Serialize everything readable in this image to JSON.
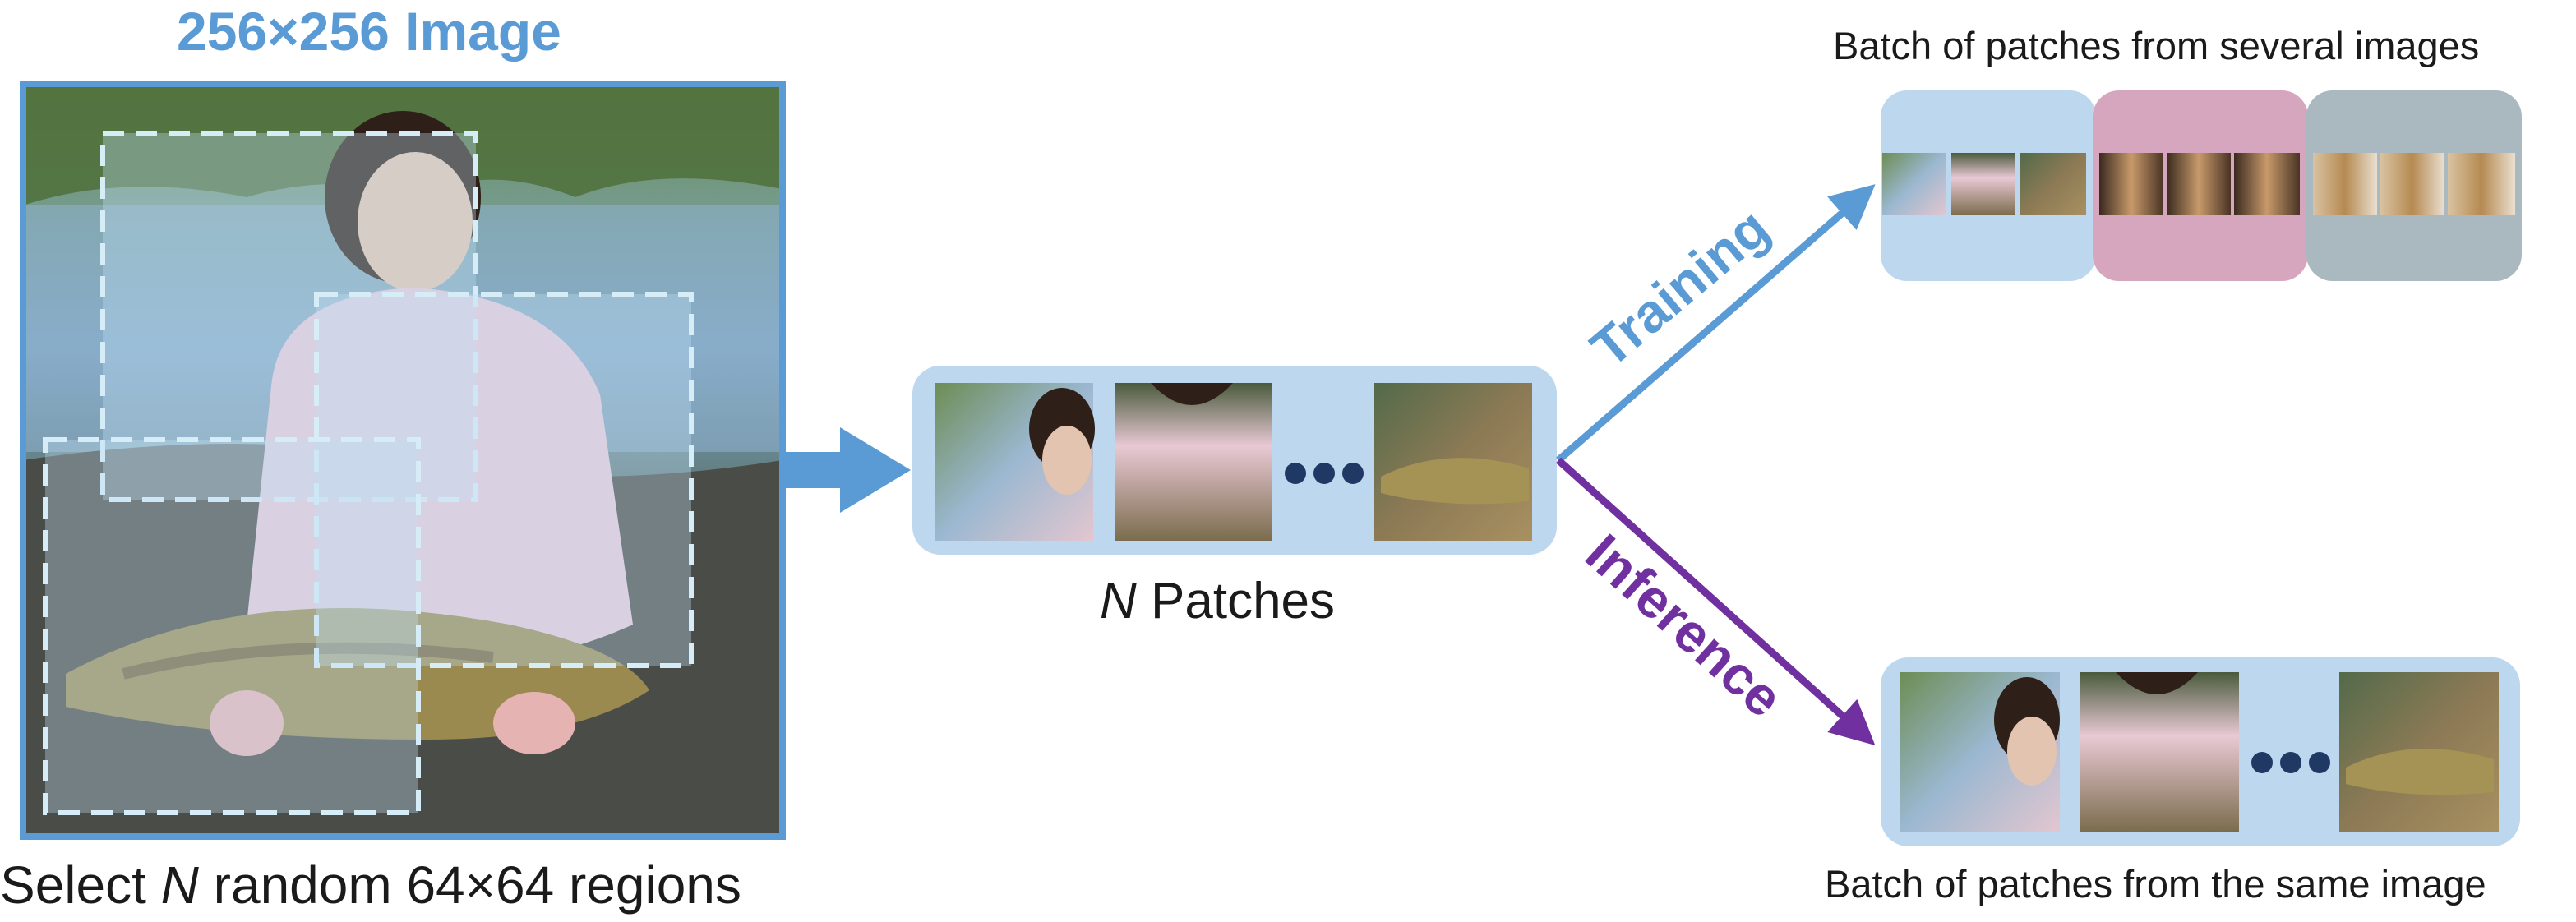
{
  "source_image": {
    "title": "256×256 Image",
    "caption_var": "N",
    "caption_before": "Select ",
    "caption_after": " random 64×64 regions"
  },
  "patches": {
    "caption_var": "N",
    "caption_text": " Patches"
  },
  "branches": {
    "training": {
      "label": "Training",
      "color": "#5b9bd5"
    },
    "inference": {
      "label": "Inference",
      "color": "#7030a0"
    }
  },
  "batches": {
    "training_caption": "Batch of patches from several images",
    "inference_caption": "Batch of patches from the same image",
    "training_group_colors": [
      "#bdd7ee",
      "#d5a6bd",
      "#a9b9bf"
    ]
  },
  "colors": {
    "accent_blue": "#5b9bd5",
    "region_dash": "#d6ecf7",
    "patch_container": "#bdd7ee",
    "dots": "#1f3864"
  }
}
